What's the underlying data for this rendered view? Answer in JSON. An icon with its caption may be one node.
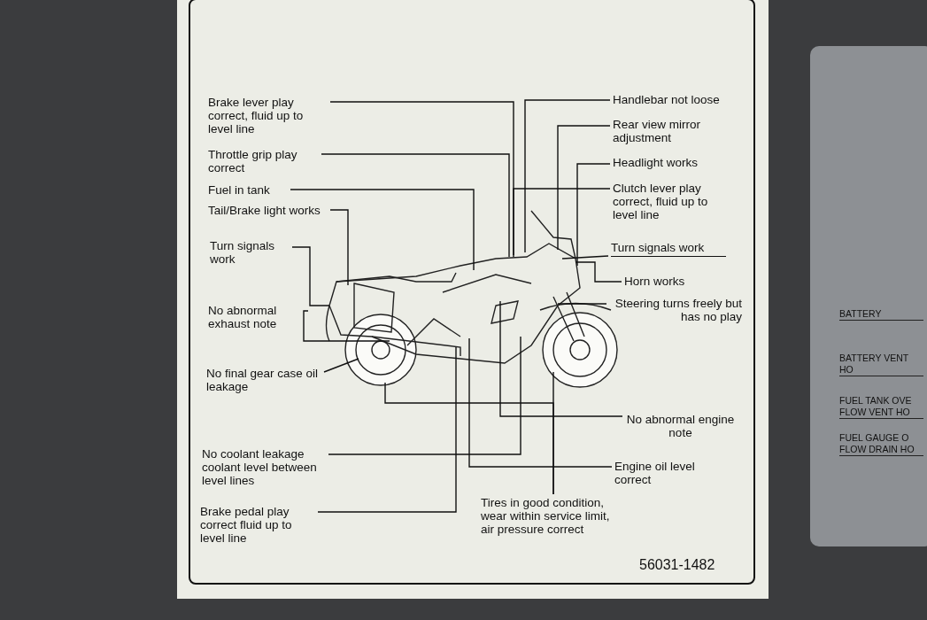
{
  "diagram": {
    "nodes": [
      {
        "text": [
          "Brake lever play correct, fluid up to level line"
        ]
      },
      {
        "text": [
          "Throttle grip play correct"
        ]
      },
      {
        "text": [
          "Fuel in tank"
        ]
      },
      {
        "text": [
          "Tail/Brake light works"
        ]
      },
      {
        "text": [
          "Turn signals work"
        ]
      },
      {
        "text": [
          "No abnormal exhaust note"
        ]
      },
      {
        "text": [
          "No final gear case oil leakage"
        ]
      },
      {
        "text": [
          "No coolant leakage coolant level between level lines"
        ]
      },
      {
        "text": [
          "Brake pedal play correct fluid up to level line"
        ]
      },
      {
        "text": [
          "Handlebar not loose"
        ]
      },
      {
        "text": [
          "Rear view mirror adjustment"
        ]
      },
      {
        "text": [
          "Headlight works"
        ]
      },
      {
        "text": [
          "Clutch lever play correct, fluid up to level line"
        ]
      },
      {
        "text": [
          "Turn signals work"
        ]
      },
      {
        "text": [
          "Horn works"
        ]
      },
      {
        "text": [
          "Steering turns freely but has no play"
        ]
      },
      {
        "text": [
          "No abnormal engine note"
        ]
      },
      {
        "text": [
          "Engine oil level correct"
        ]
      },
      {
        "text": [
          "Tires in good condition, wear within service limit, air pressure correct"
        ]
      }
    ],
    "edges": [
      {
        "from": 0,
        "to": null,
        "arrow": "none"
      },
      {
        "from": 1,
        "to": null,
        "arrow": "none"
      },
      {
        "from": 2,
        "to": null,
        "arrow": "none"
      },
      {
        "from": 3,
        "to": null,
        "arrow": "none"
      },
      {
        "from": 4,
        "to": null,
        "arrow": "none"
      },
      {
        "from": 5,
        "to": null,
        "arrow": "none"
      },
      {
        "from": 6,
        "to": null,
        "arrow": "none"
      },
      {
        "from": 7,
        "to": null,
        "arrow": "none"
      },
      {
        "from": 8,
        "to": null,
        "arrow": "none"
      },
      {
        "from": 9,
        "to": null,
        "arrow": "none"
      },
      {
        "from": 10,
        "to": null,
        "arrow": "none"
      },
      {
        "from": 11,
        "to": null,
        "arrow": "none"
      },
      {
        "from": 12,
        "to": null,
        "arrow": "none"
      },
      {
        "from": 13,
        "to": null,
        "arrow": "none"
      },
      {
        "from": 14,
        "to": null,
        "arrow": "none"
      },
      {
        "from": 15,
        "to": null,
        "arrow": "none"
      },
      {
        "from": 16,
        "to": null,
        "arrow": "none"
      },
      {
        "from": 17,
        "to": null,
        "arrow": "none"
      },
      {
        "from": 18,
        "to": null,
        "arrow": "none"
      },
      {
        "from": 18,
        "to": null,
        "arrow": "none"
      }
    ],
    "labels": [
      "56031-1482",
      "BATTERY",
      "BATTERY VENT HO",
      "FUEL TANK OVE FLOW VENT HO",
      "FUEL GAUGE O FLOW DRAIN HO"
    ]
  }
}
